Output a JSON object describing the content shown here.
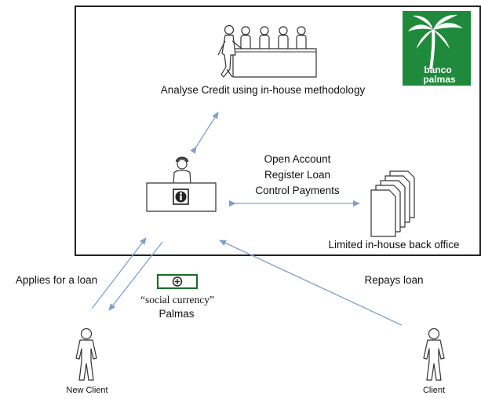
{
  "title": "",
  "nodes": {
    "analyse_credit": "Analyse Credit using in-house methodology",
    "counter_actions": [
      "Open Account",
      "Register Loan",
      "Control Payments"
    ],
    "back_office": "Limited in-house back office",
    "applies_for_loan": "Applies for a loan",
    "repays_loan": "Repays loan",
    "currency_caption": "“social currency”",
    "currency_name": "Palmas",
    "new_client": "New Client",
    "client": "Client"
  },
  "logo": {
    "text_line1": "banco",
    "text_line2": "palmas",
    "color": "#1f8a3b"
  },
  "colors": {
    "arrow": "#7f9fd0",
    "box_border": "#222222",
    "banknote": "#1f6b2e"
  },
  "icons": [
    "committee-icon",
    "clerk-icon",
    "info-icon",
    "documents-icon",
    "person-icon",
    "banknote-icon",
    "palm-logo-icon"
  ]
}
